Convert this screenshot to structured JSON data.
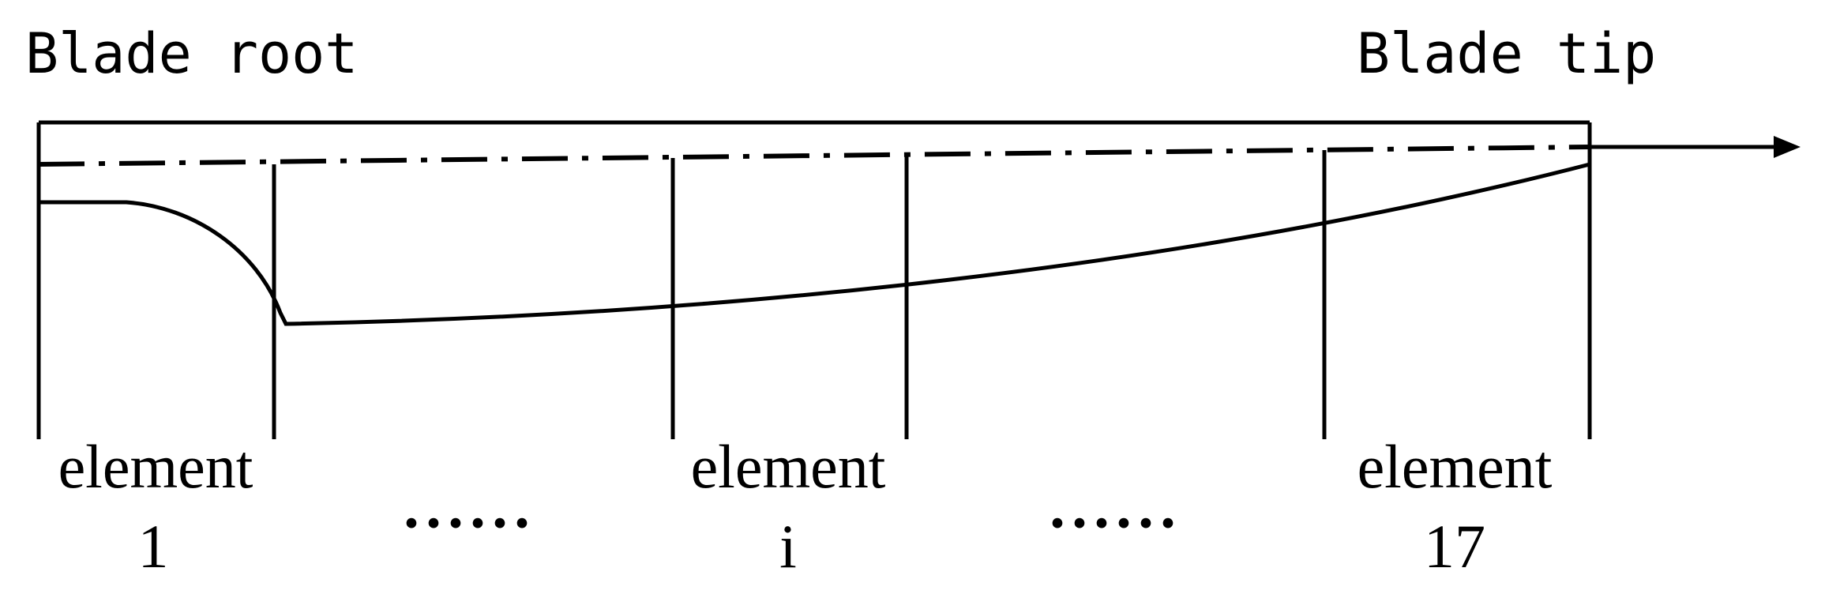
{
  "labels": {
    "root": "Blade root",
    "tip": "Blade tip"
  },
  "elements": {
    "first": {
      "word": "element",
      "number": "1"
    },
    "middle": {
      "word": "element",
      "number": "i"
    },
    "last": {
      "word": "element",
      "number": "17"
    }
  },
  "ellipses": {
    "left": "······",
    "right": "······"
  }
}
